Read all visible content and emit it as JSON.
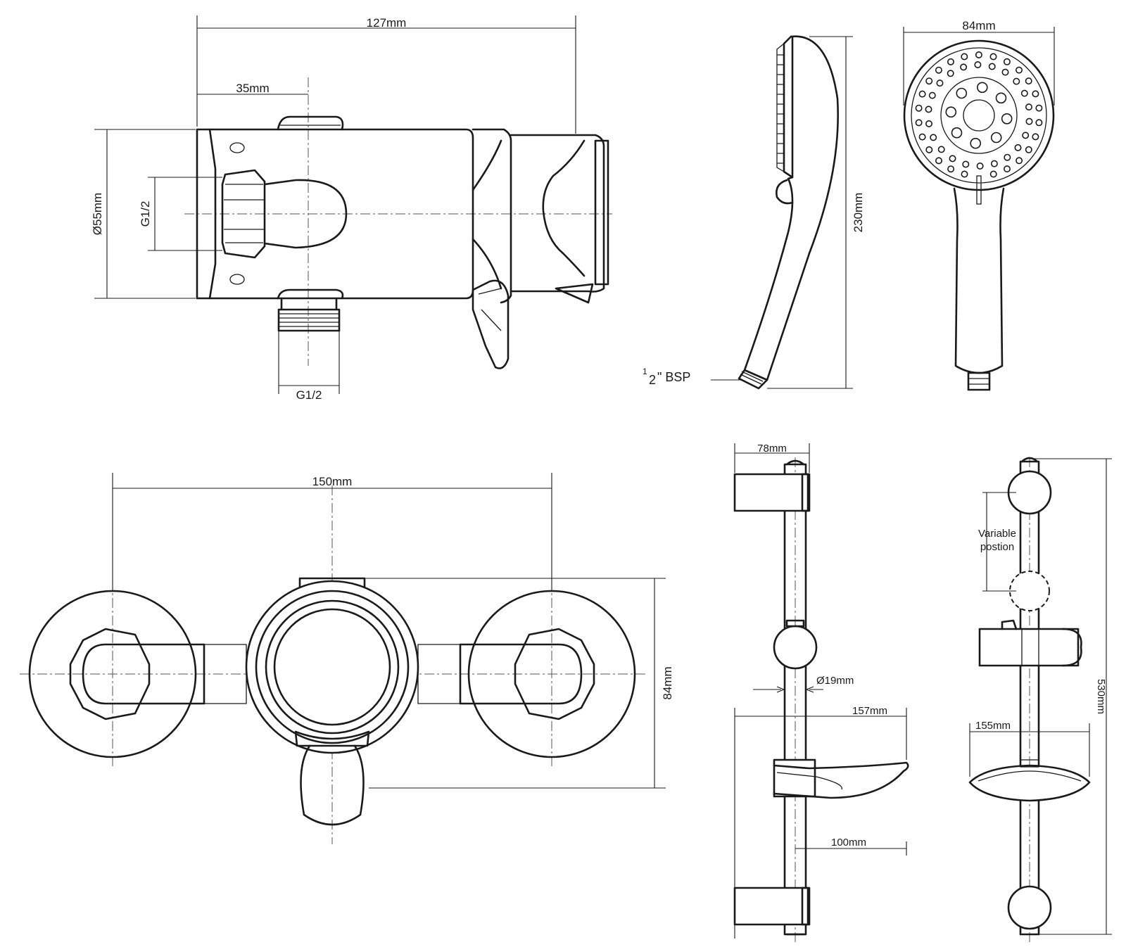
{
  "dimensions": {
    "valve_side_length": "127mm",
    "valve_side_offset": "35mm",
    "valve_side_diameter": "Ø55mm",
    "valve_side_inlet": "G1/2",
    "valve_side_outlet": "G1/2",
    "handset_side_length": "230mm",
    "handset_connector": {
      "numerator": "1",
      "denominator": "2",
      "suffix": "\" BSP"
    },
    "handset_head_diameter": "84mm",
    "valve_front_centres": "150mm",
    "valve_front_depth": "84mm",
    "rail_bracket_depth": "78mm",
    "rail_diameter": "Ø19mm",
    "soap_dish_side_width": "157mm",
    "soap_dish_side_offset": "100mm",
    "soap_dish_front_width": "155mm",
    "rail_length": "530mm"
  },
  "notes": {
    "variable_position": [
      "Variable",
      "postion"
    ]
  }
}
